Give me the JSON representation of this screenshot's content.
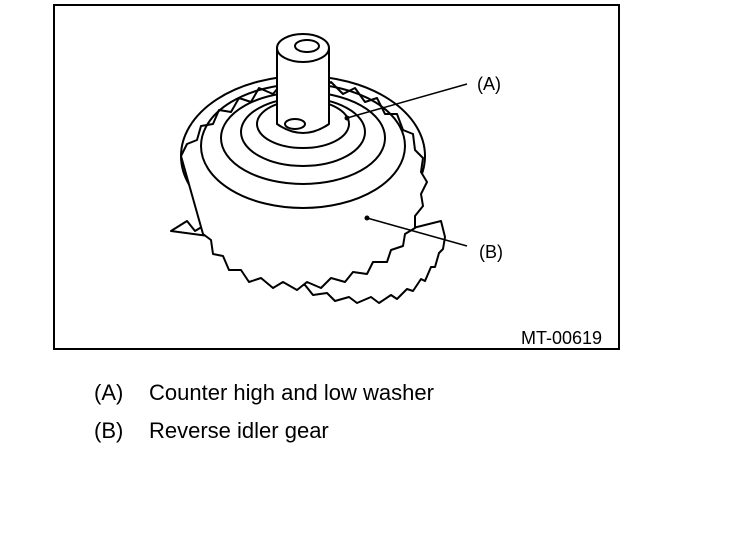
{
  "figure": {
    "callout_a": "(A)",
    "callout_b": "(B)",
    "figure_id": "MT-00619"
  },
  "legend": {
    "items": [
      {
        "key": "(A)",
        "text": "Counter high and low washer"
      },
      {
        "key": "(B)",
        "text": "Reverse idler gear"
      }
    ]
  }
}
